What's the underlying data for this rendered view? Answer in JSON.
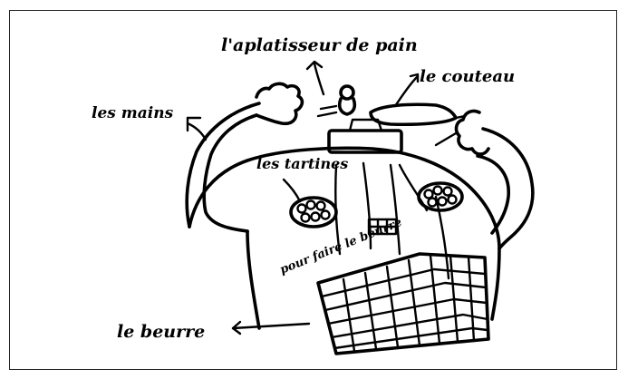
{
  "labels": {
    "aplatisseur": "l'aplatisseur de pain",
    "couteau": "le couteau",
    "mains": "les mains",
    "tartines": "les tartines",
    "faire_beurre": "pour faire le beurre",
    "beurre": "le beurre"
  },
  "colors": {
    "ink": "#000000",
    "paper": "#ffffff",
    "frame": "#222222"
  }
}
